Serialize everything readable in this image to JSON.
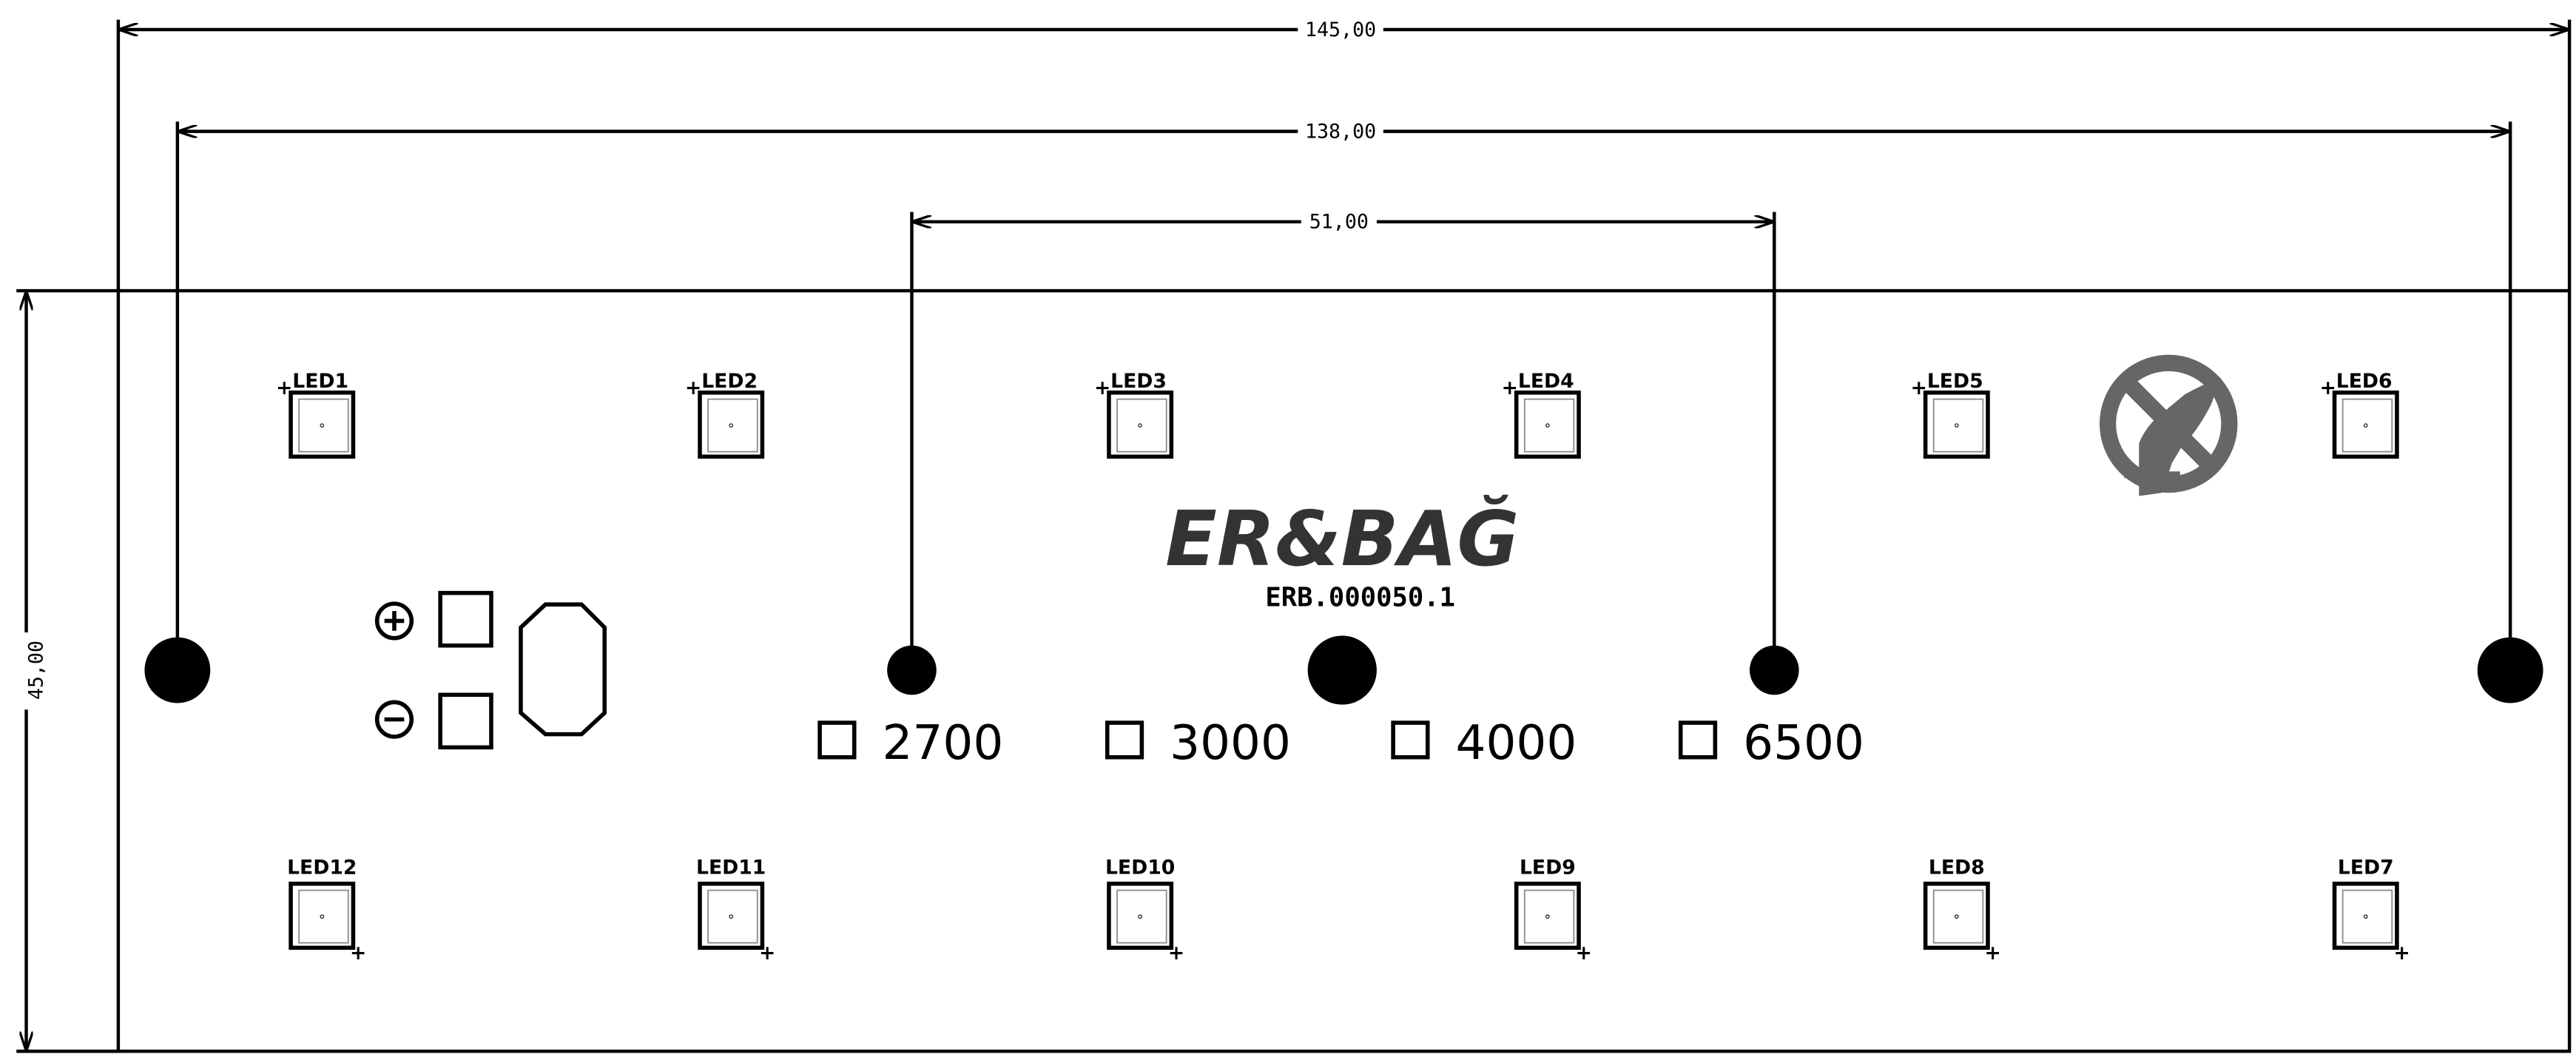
{
  "dimensions": {
    "overall_width": "145,00",
    "hole_span_outer": "138,00",
    "hole_span_inner": "51,00",
    "board_height": "45,00"
  },
  "leds_top": [
    "LED1",
    "LED2",
    "LED3",
    "LED4",
    "LED5",
    "LED6"
  ],
  "leds_bottom": [
    "LED12",
    "LED11",
    "LED10",
    "LED9",
    "LED8",
    "LED7"
  ],
  "polarity_mark": "+",
  "power_pads": {
    "plus": "+",
    "minus": "−"
  },
  "cct_options": [
    "2700",
    "3000",
    "4000",
    "6500"
  ],
  "logo": {
    "brand": "ER&BAĞ",
    "part_number": "ERB.000050.1",
    "color": "#333333"
  },
  "esd_symbol": {
    "icon": "no-touch-esd-icon",
    "color": "#666666"
  }
}
